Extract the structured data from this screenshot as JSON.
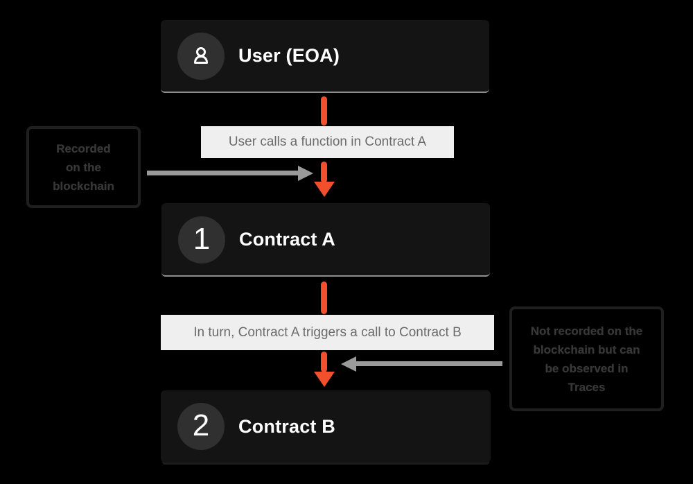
{
  "colors": {
    "canvas_bg": "#000000",
    "box_bg": "#141414",
    "circle_bg": "#303030",
    "title_text": "#ffffff",
    "accent_orange": "#f2502d",
    "gray_arrow": "#9a9a9a",
    "strip_bg": "#efefef",
    "strip_text": "#6b6b6b",
    "note_border": "#1f1f1f",
    "note_text": "#383838",
    "edge_light": "#8f8f8f"
  },
  "nodes": [
    {
      "id": "user",
      "title": "User (EOA)",
      "badge": "user-icon"
    },
    {
      "id": "contract-a",
      "title": "Contract A",
      "badge": "1"
    },
    {
      "id": "contract-b",
      "title": "Contract B",
      "badge": "2"
    }
  ],
  "flow_labels": [
    {
      "id": "label-1",
      "text": "User calls a function in Contract A"
    },
    {
      "id": "label-2",
      "text": "In turn, Contract A triggers a call to Contract B"
    }
  ],
  "notes": [
    {
      "id": "note-left",
      "lines": [
        "Recorded",
        "on the",
        "blockchain"
      ]
    },
    {
      "id": "note-right",
      "lines": [
        "Not recorded on the",
        "blockchain but can",
        "be observed in",
        "Traces"
      ]
    }
  ]
}
